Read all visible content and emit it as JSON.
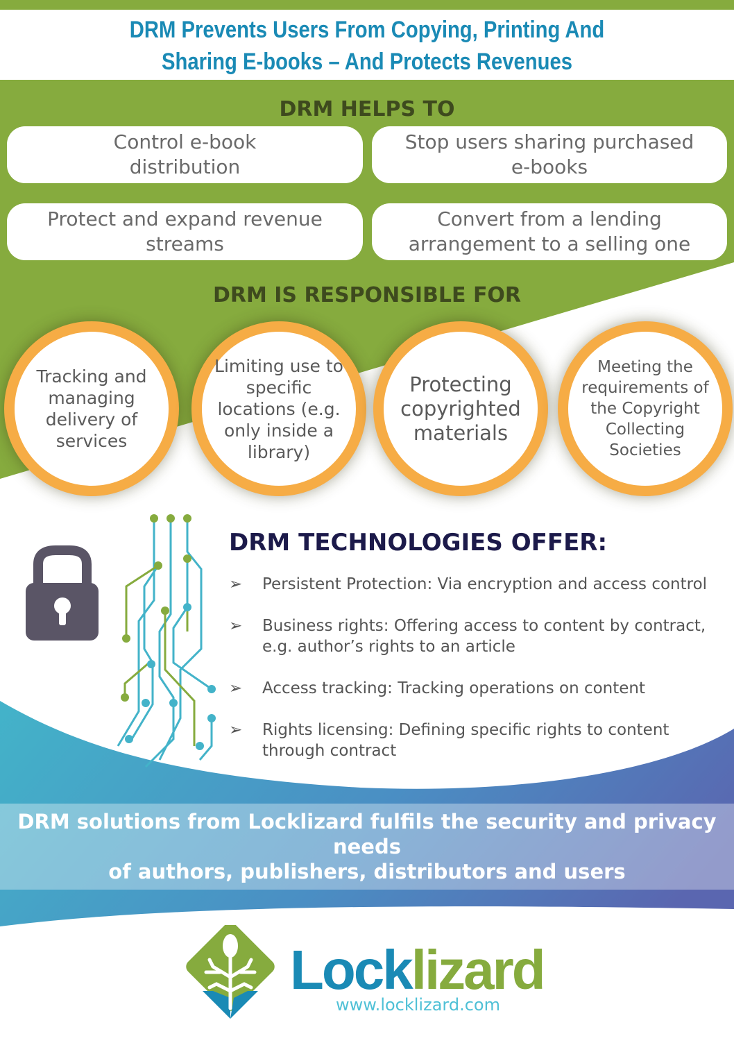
{
  "title": {
    "line1": "DRM Prevents Users From Copying, Printing And",
    "line2": "Sharing E-books – And Protects Revenues"
  },
  "helps": {
    "heading": "DRM HELPS TO",
    "items": [
      {
        "line1": "Control e-book",
        "line2": "distribution"
      },
      {
        "line1": "Stop users sharing purchased",
        "line2": "e-books"
      },
      {
        "line1": "Protect and expand revenue",
        "line2": "streams"
      },
      {
        "line1": "Convert from a lending",
        "line2": "arrangement to a selling one"
      }
    ]
  },
  "responsible": {
    "heading": "DRM IS RESPONSIBLE FOR",
    "items": [
      "Tracking and managing delivery of services",
      "Limiting use to specific locations (e.g. only inside a library)",
      "Protecting copyrighted materials",
      "Meeting the requirements of the Copyright Collecting Societies"
    ]
  },
  "technologies": {
    "heading": "DRM TECHNOLOGIES OFFER:",
    "bullet_icon": "arrowhead-icon",
    "items": [
      "Persistent Protection: Via encryption and access control",
      "Business rights: Offering access to content by contract, e.g. author’s rights to an article",
      "Access tracking: Tracking operations on content",
      "Rights licensing: Defining specific rights to content through contract"
    ]
  },
  "banner": {
    "line1": "DRM solutions from Locklizard fulfils the security and privacy needs",
    "line2": "of authors, publishers, distributors and users"
  },
  "logo": {
    "part1": "Lock",
    "part2": "lizard",
    "url": "www.locklizard.com"
  },
  "colors": {
    "green": "#86ab3e",
    "blue": "#1a8ab5",
    "orange": "#f6ac45",
    "navy": "#1c1a4a"
  }
}
